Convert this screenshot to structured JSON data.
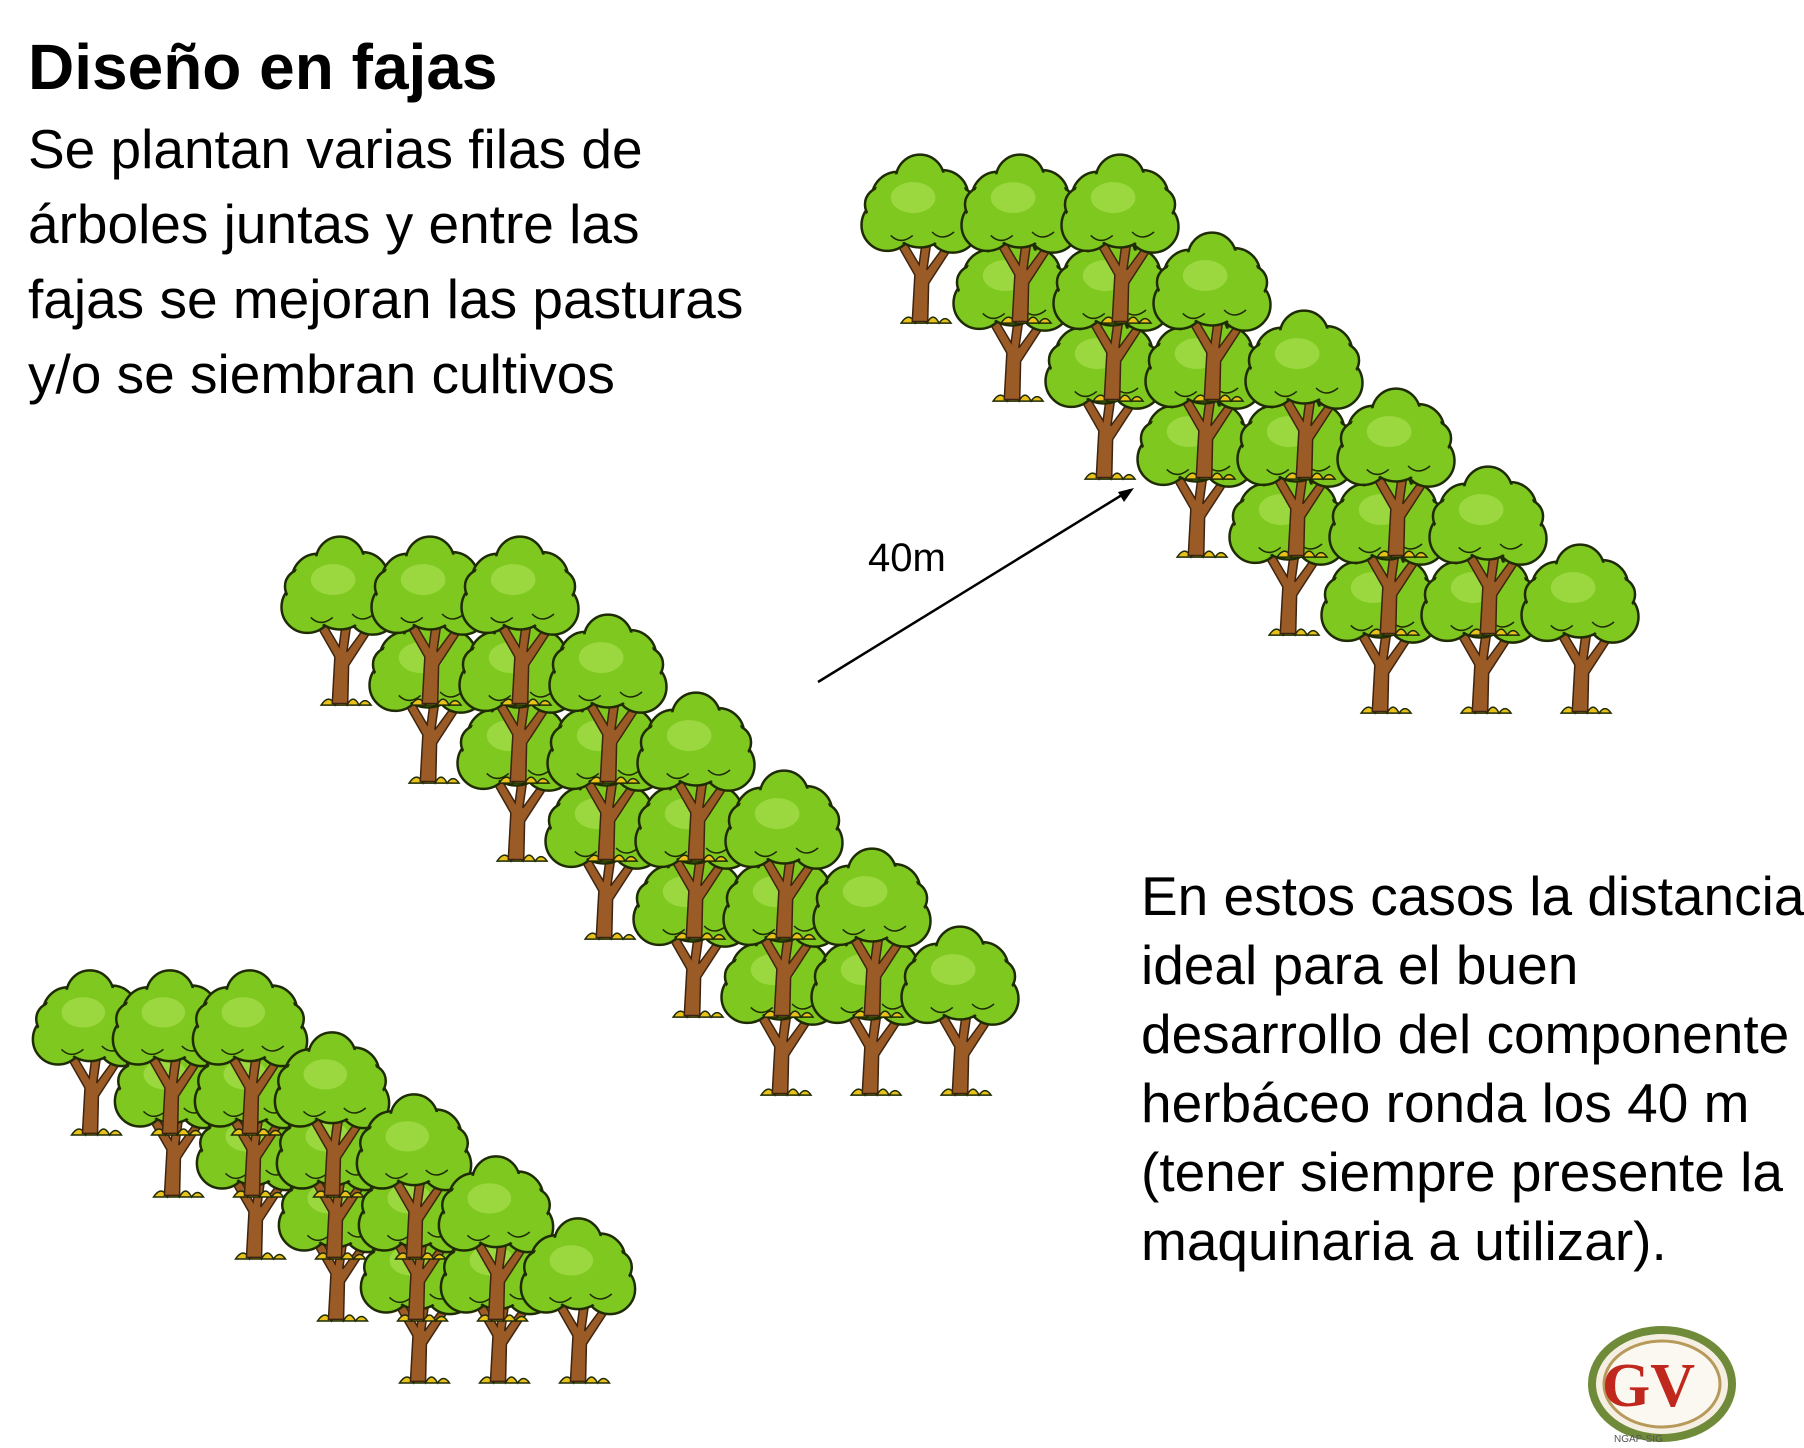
{
  "title": "Diseño en fajas",
  "intro_lines": [
    "Se plantan varias filas de",
    "árboles juntas y entre las",
    "fajas se mejoran las pasturas",
    "y/o se siembran cultivos"
  ],
  "distance_label": "40m",
  "note_lines": [
    "En estos casos la distancia",
    "ideal para el buen",
    "desarrollo del componente",
    "herbáceo ronda los 40 m",
    "(tener siempre presente la",
    "maquinaria a utilizar)."
  ],
  "logo": {
    "letters": "GV",
    "caption": "NGAP-SIG"
  },
  "colors": {
    "foliage": "#7ec820",
    "foliage_highlight": "#9bd83f",
    "foliage_outline": "#1f2b05",
    "trunk": "#9a5b26",
    "grass": "#e8c21a",
    "logo_red": "#c0281e",
    "logo_green": "#6f8b3a"
  }
}
